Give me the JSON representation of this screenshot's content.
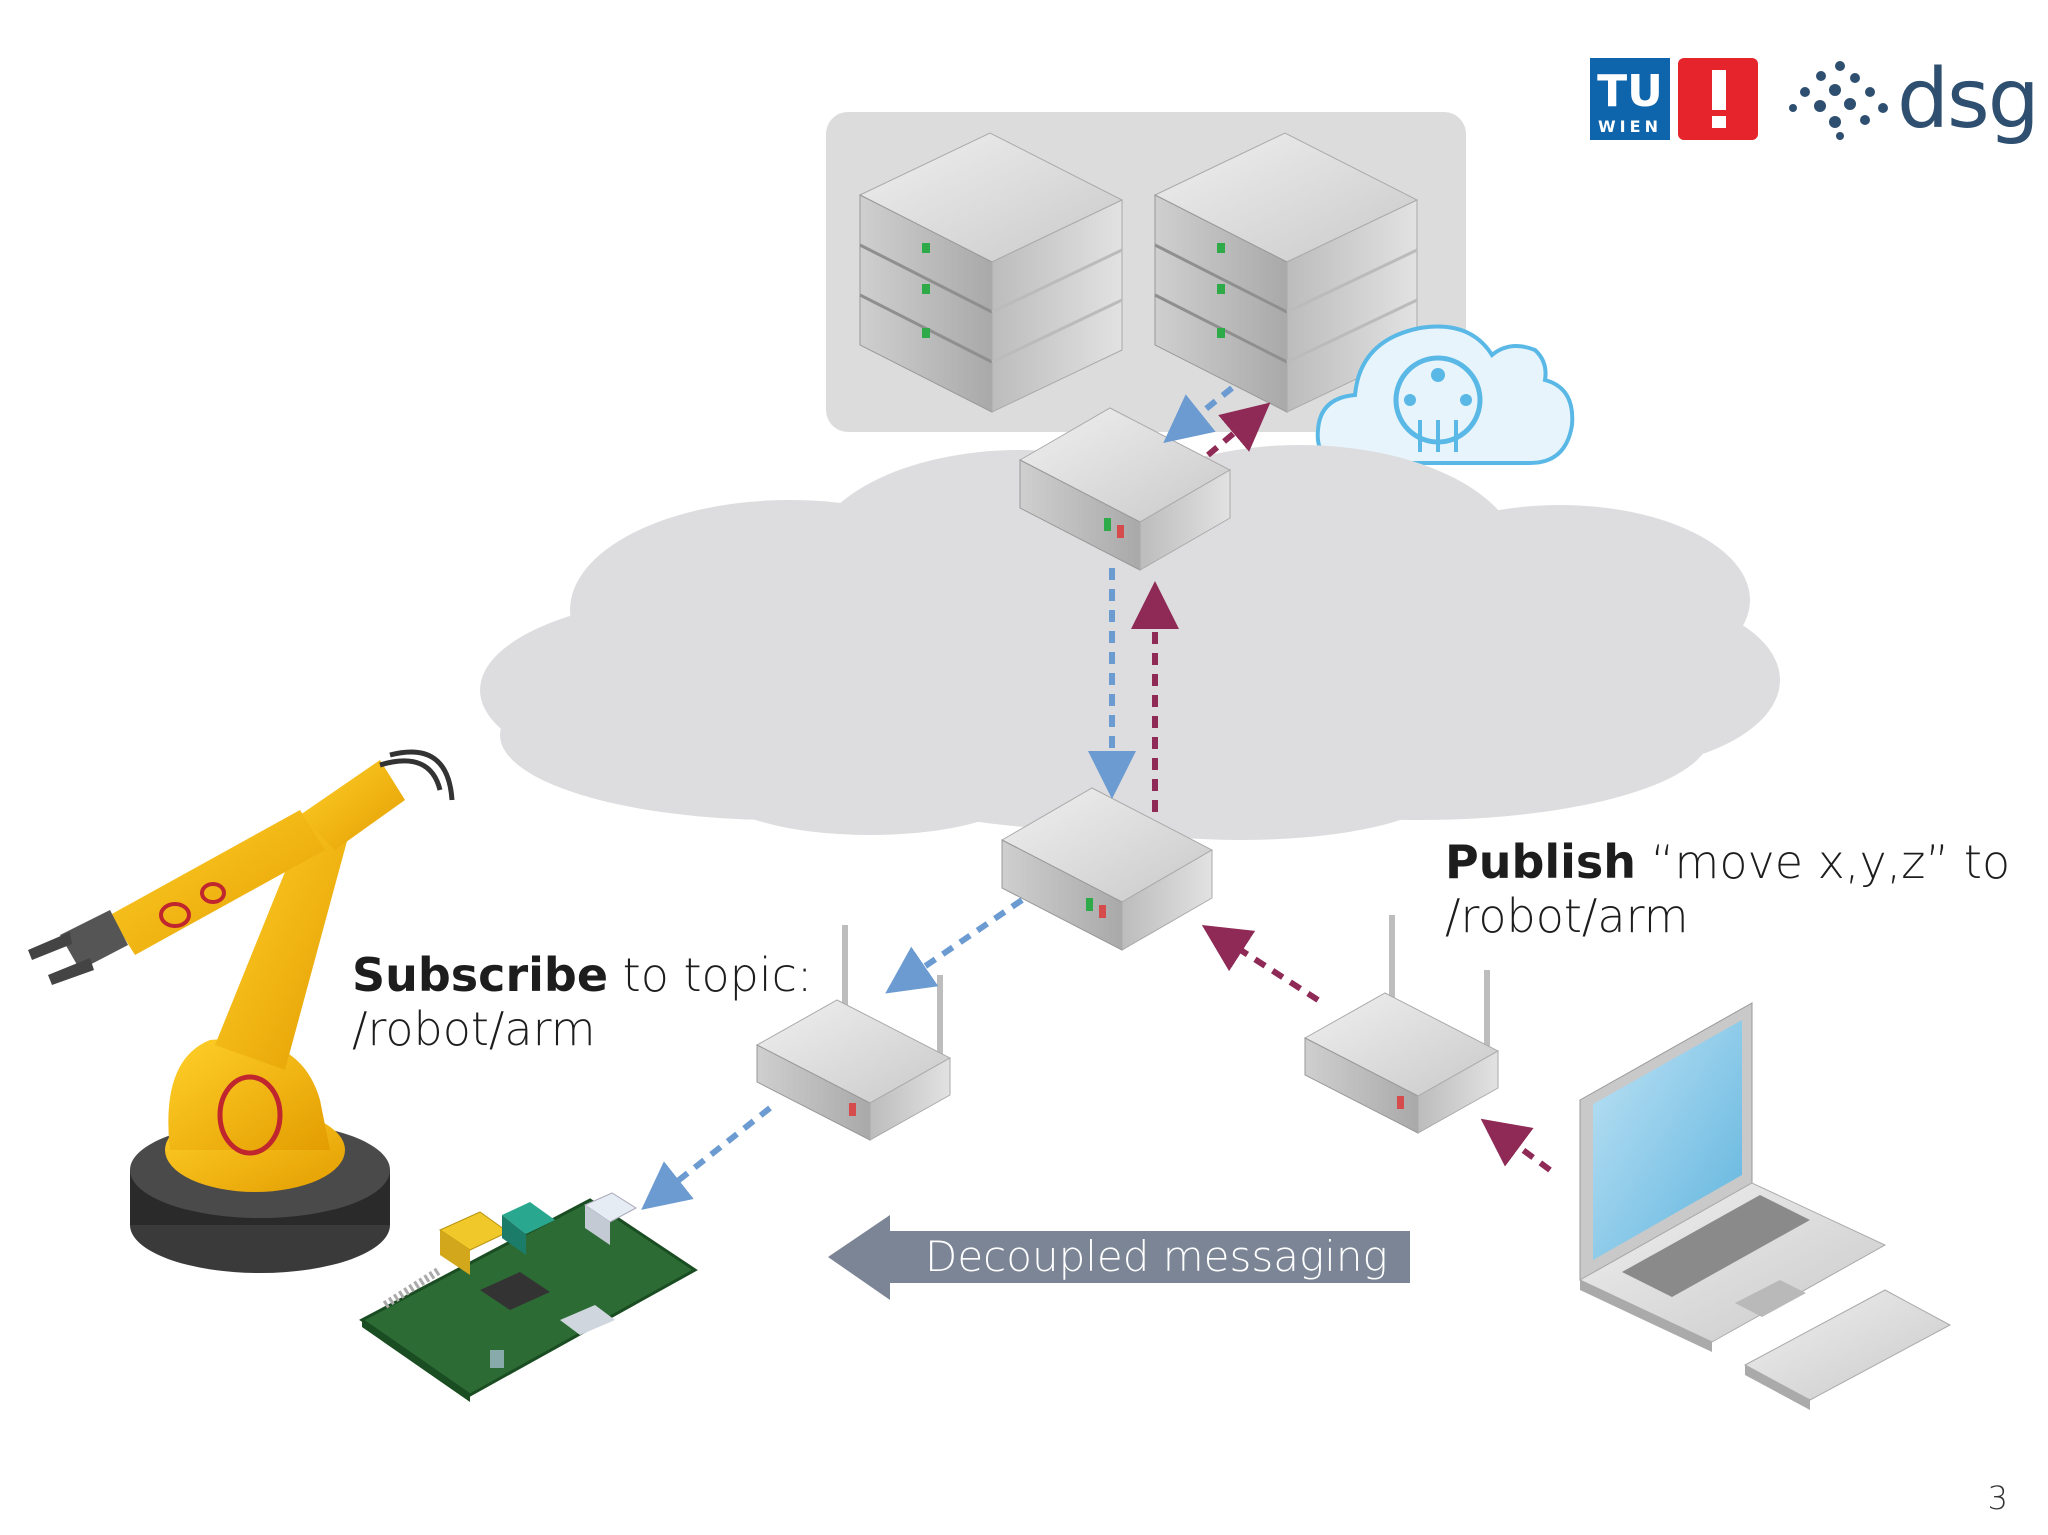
{
  "subscribe": {
    "bold": "Subscribe",
    "rest": " to topic:",
    "topic": "/robot/arm"
  },
  "publish": {
    "bold": "Publish",
    "rest": " “move x,y,z” to",
    "topic": "/robot/arm"
  },
  "banner": {
    "label": "Decoupled messaging"
  },
  "logos": {
    "tu": "TU",
    "tu_sub": "WIEN",
    "dsg": "dsg"
  },
  "page": {
    "number": "3"
  },
  "colors": {
    "subscribe_arrow": "#6b9bd1",
    "publish_arrow": "#8e2a55",
    "cloud": "#dddddf",
    "banner": "#7b8595"
  }
}
